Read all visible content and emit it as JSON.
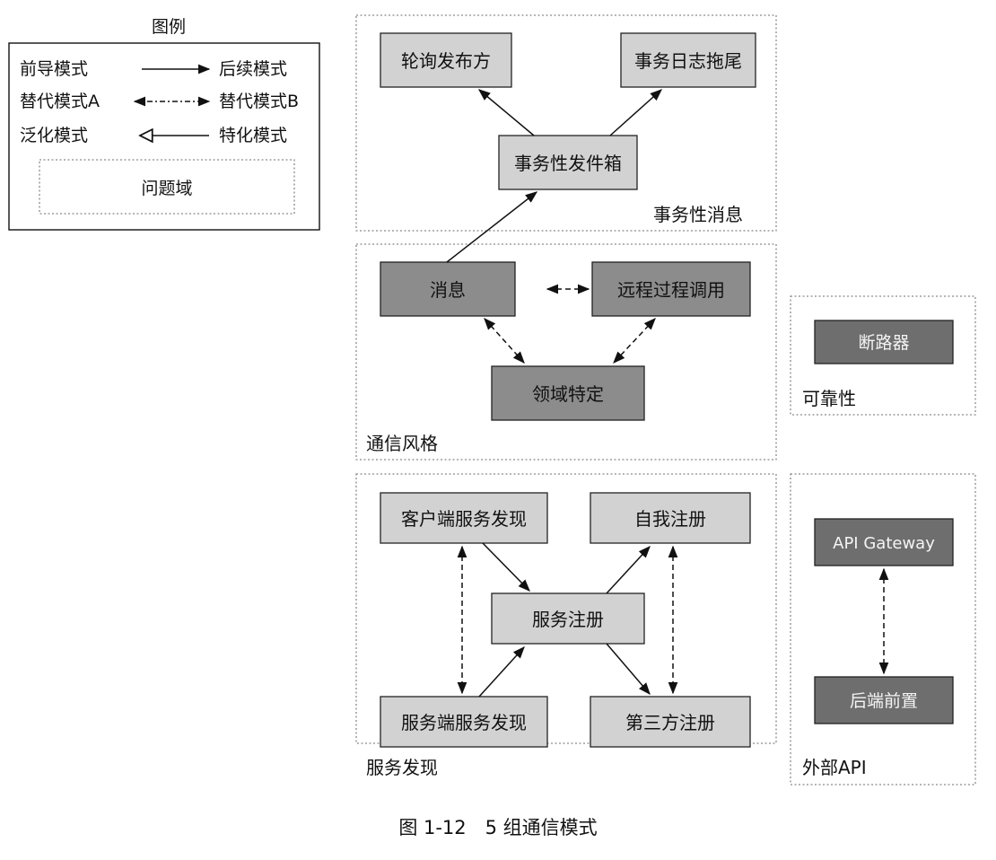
{
  "legend": {
    "title": "图例",
    "rows": [
      {
        "left": "前导模式",
        "right": "后续模式"
      },
      {
        "left": "替代模式A",
        "right": "替代模式B"
      },
      {
        "left": "泛化模式",
        "right": "特化模式"
      }
    ],
    "domain_label": "问题域"
  },
  "groups": {
    "transactional": {
      "label": "事务性消息",
      "polling": "轮询发布方",
      "tailing": "事务日志拖尾",
      "outbox": "事务性发件箱"
    },
    "communication": {
      "label": "通信风格",
      "messaging": "消息",
      "rpc": "远程过程调用",
      "domain_specific": "领域特定"
    },
    "reliability": {
      "label": "可靠性",
      "circuit_breaker": "断路器"
    },
    "discovery": {
      "label": "服务发现",
      "client_side": "客户端服务发现",
      "self_registration": "自我注册",
      "registry": "服务注册",
      "server_side": "服务端服务发现",
      "third_party": "第三方注册"
    },
    "external_api": {
      "label": "外部API",
      "gateway": "API Gateway",
      "bff": "后端前置"
    }
  },
  "caption": "图 1-12　5 组通信模式",
  "colors": {
    "box_light": "#d2d2d2",
    "box_dark": "#8c8c8c",
    "box_darker": "#6e6e6e"
  }
}
